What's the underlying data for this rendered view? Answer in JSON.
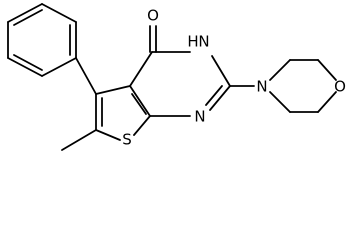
{
  "atoms": {
    "carbonyl_o": "O",
    "ring_nh": "H",
    "ring_nh_n": "N",
    "pyrimidine_n": "N",
    "thiophene_s": "S",
    "morpholine_n": "N",
    "morpholine_o": "O"
  }
}
